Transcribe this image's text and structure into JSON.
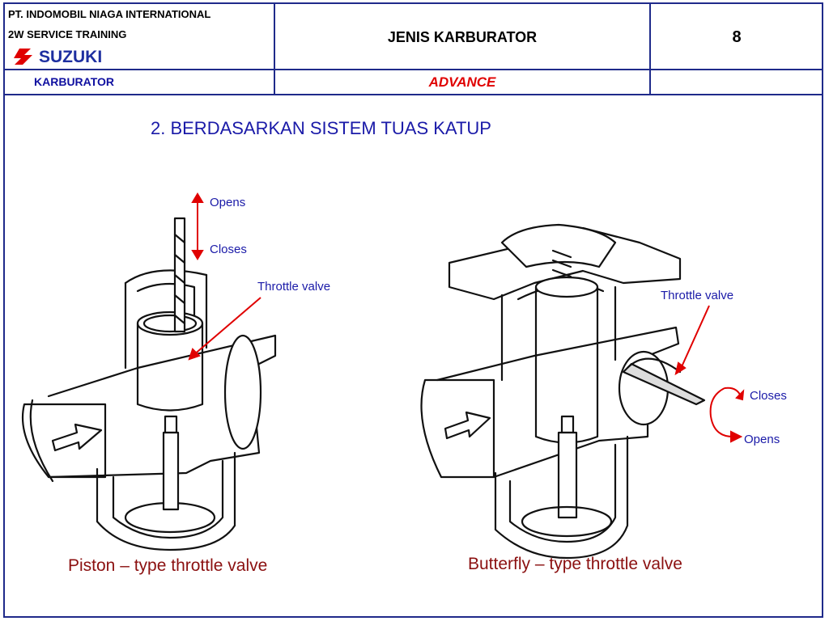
{
  "header": {
    "company": "PT. INDOMOBIL NIAGA INTERNATIONAL",
    "training": "2W SERVICE TRAINING",
    "logo_text": "SUZUKI",
    "title": "JENIS KARBURATOR",
    "page_number": "8",
    "section": "KARBURATOR",
    "level": "ADVANCE"
  },
  "main": {
    "heading": "2. BERDASARKAN SISTEM TUAS KATUP",
    "left_figure": {
      "label_opens": "Opens",
      "label_closes": "Closes",
      "label_valve": "Throttle valve",
      "caption": "Piston – type throttle valve"
    },
    "right_figure": {
      "label_valve": "Throttle valve",
      "label_closes": "Closes",
      "label_opens": "Opens",
      "caption": "Butterfly – type throttle valve"
    }
  },
  "colors": {
    "border": "#1f2a8a",
    "label": "#1a1aa8",
    "caption": "#8b1010",
    "arrow": "#e00000",
    "brand": "#1e2fa0"
  },
  "icons": [
    "suzuki-logo-icon",
    "piston-carburetor-illustration",
    "butterfly-carburetor-illustration"
  ]
}
